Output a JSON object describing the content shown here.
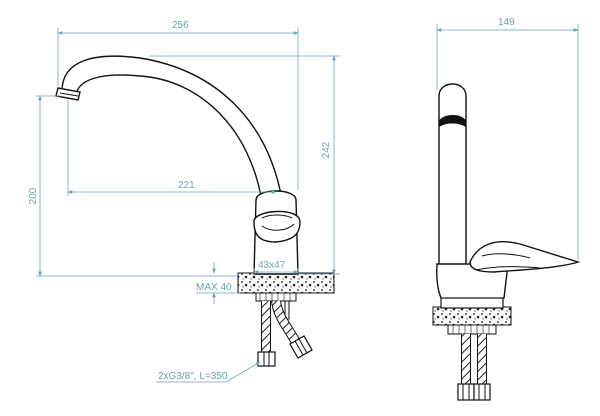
{
  "dimensions": {
    "front_total_width": "256",
    "front_total_height": "242",
    "front_spout_height": "200",
    "front_spout_reach": "221",
    "base_size": "43x47",
    "max_counter": "MAX 40",
    "hose_spec": "2xG3/8\", L=350",
    "side_width": "149"
  },
  "colors": {
    "dimension_lines": "#6aa5b5",
    "outline": "#111111",
    "background": "#ffffff"
  }
}
